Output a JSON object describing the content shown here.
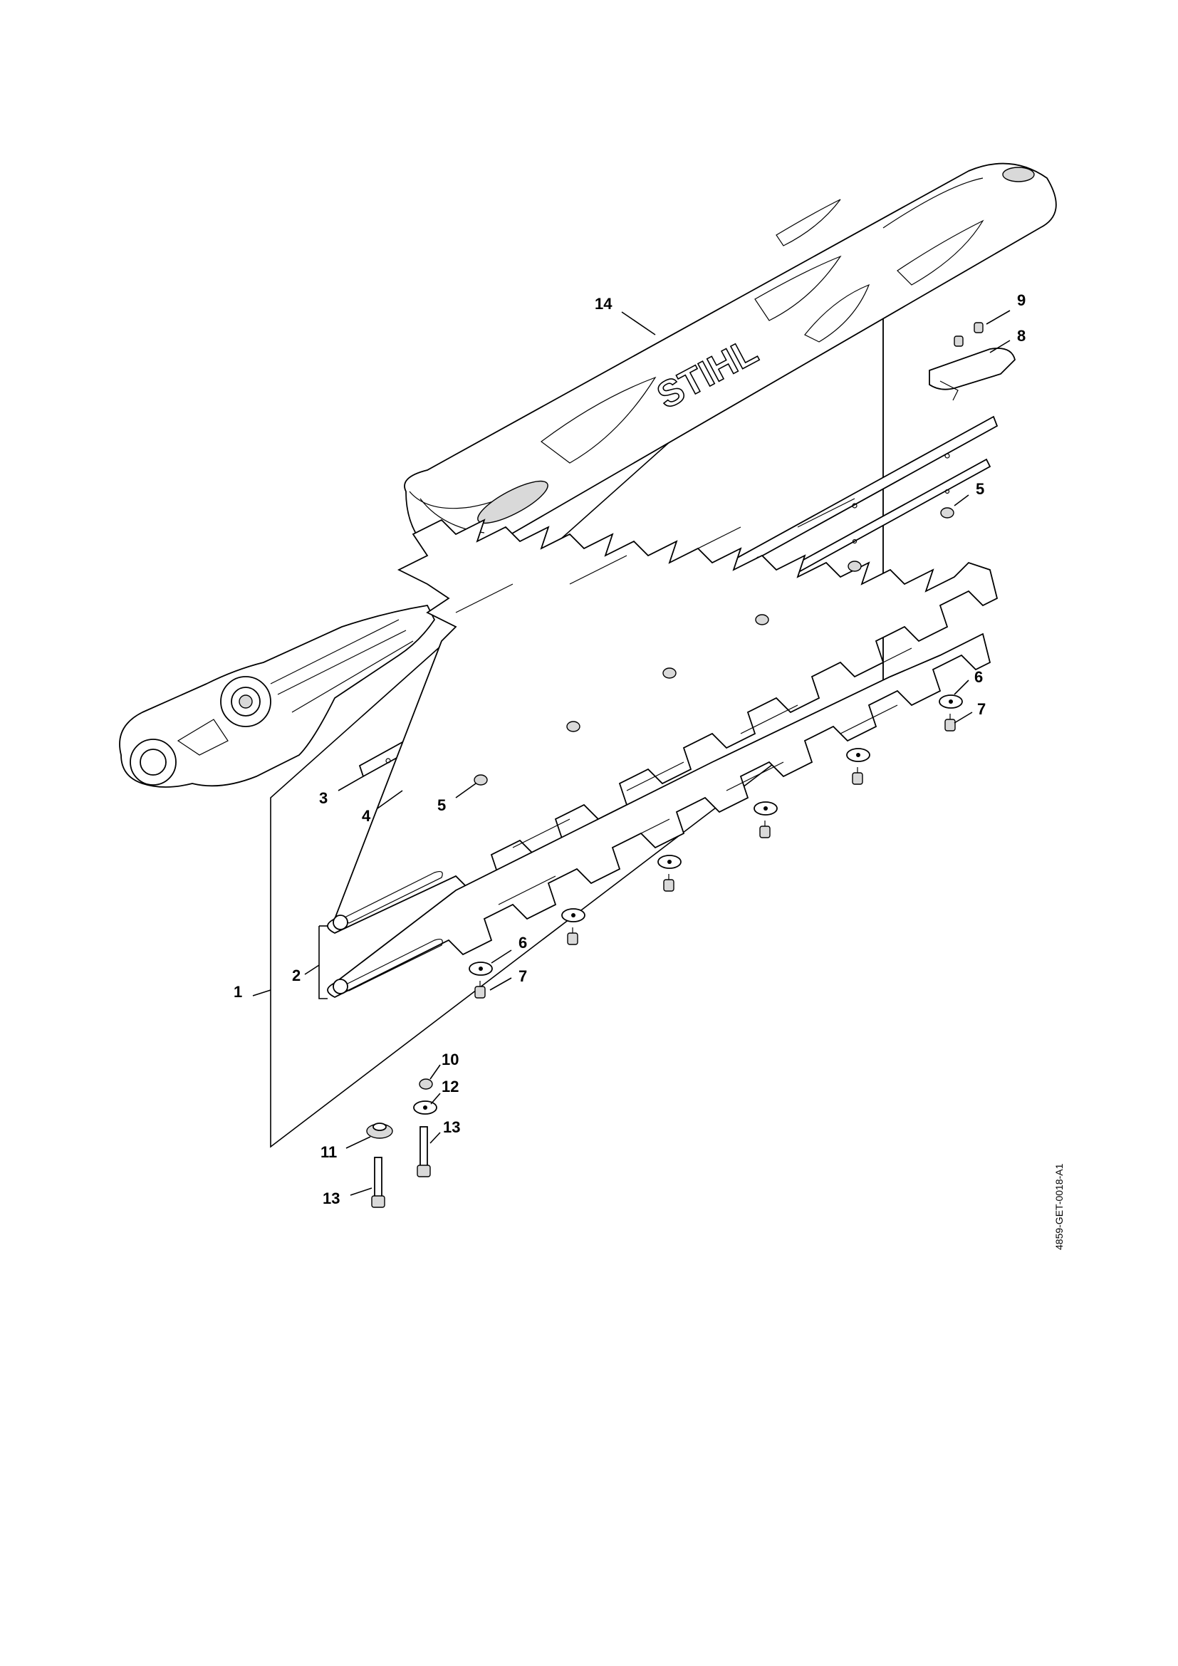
{
  "logo_text": "STIHL",
  "doc_id": "4859-GET-0018-A1",
  "callouts": {
    "c1": "1",
    "c2": "2",
    "c3": "3",
    "c4": "4",
    "c5a": "5",
    "c5b": "5",
    "c6a": "6",
    "c6b": "6",
    "c7a": "7",
    "c7b": "7",
    "c8": "8",
    "c9": "9",
    "c10": "10",
    "c11": "11",
    "c12": "12",
    "c13a": "13",
    "c13b": "13",
    "c14": "14"
  }
}
